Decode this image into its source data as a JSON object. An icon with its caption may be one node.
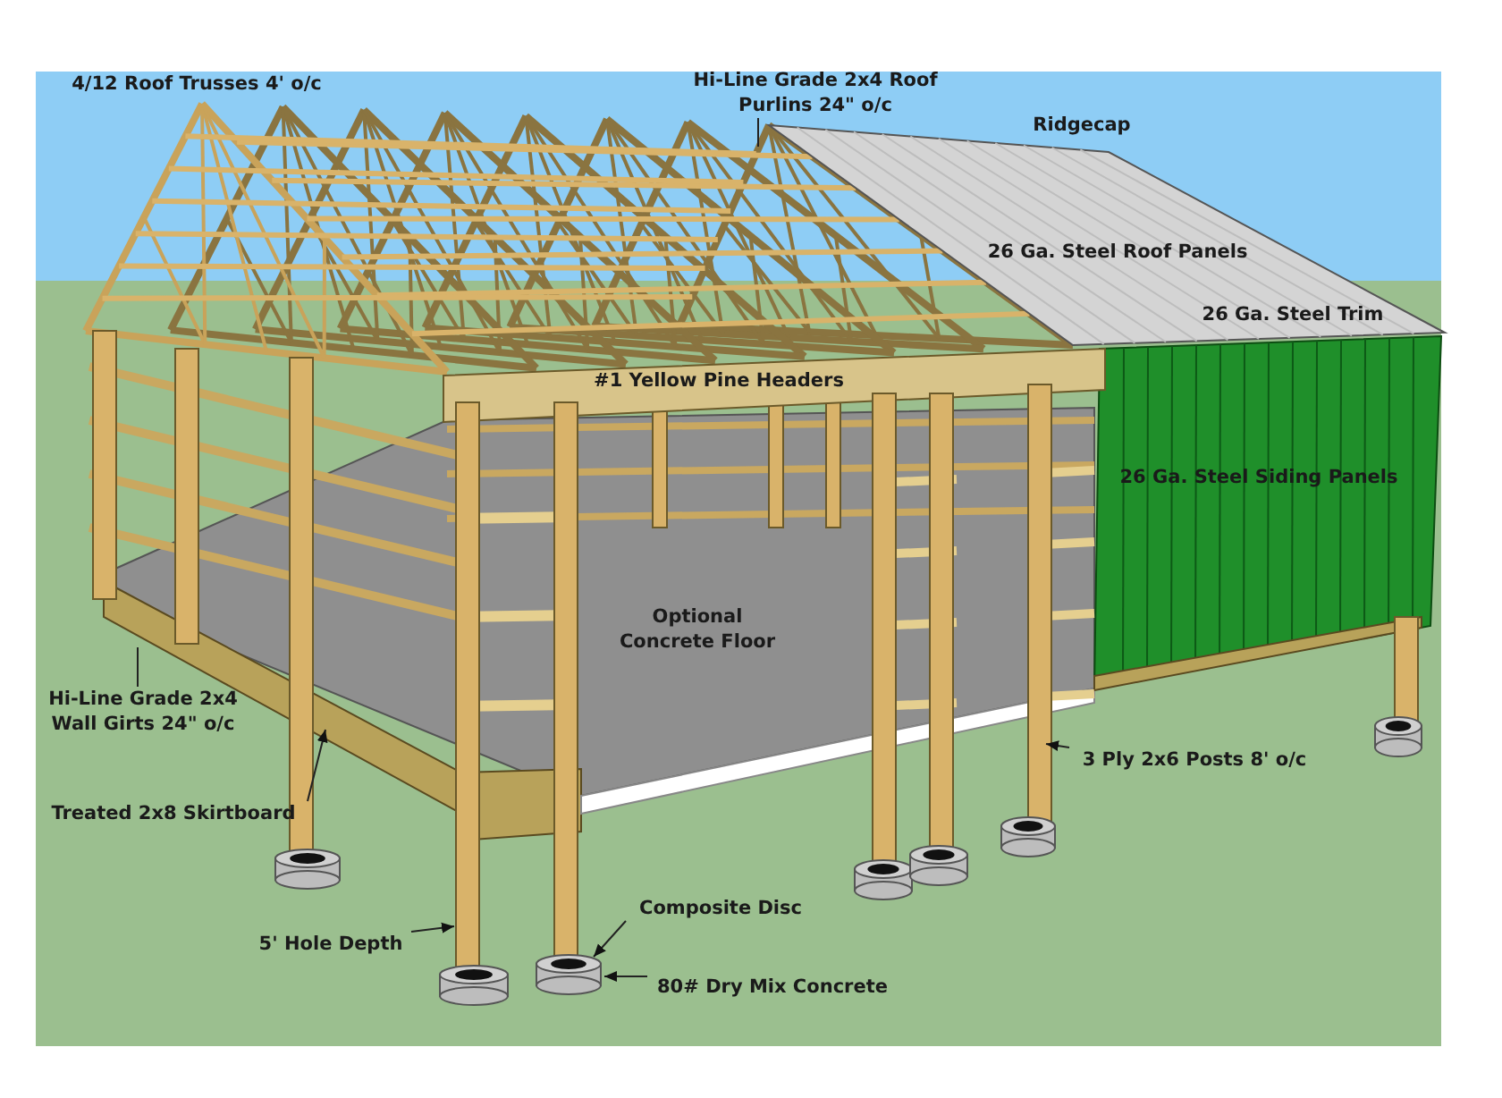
{
  "diagram": {
    "nodes": [
      {
        "text": [
          "Hi-Line Grade 2x4 Roof Purlins 24\" o/c"
        ]
      },
      {
        "text": [
          "Hi-Line Grade 2x4 Wall Girts 24\" o/c"
        ]
      },
      {
        "text": [
          "Treated 2x8 Skirtboard"
        ]
      },
      {
        "text": [
          "5' Hole Depth"
        ]
      },
      {
        "text": [
          "Composite Disc"
        ]
      },
      {
        "text": [
          "80# Dry Mix Concrete"
        ]
      },
      {
        "text": [
          "3 Ply 2x6 Posts 8' o/c"
        ]
      }
    ],
    "edges": [
      {
        "from": 0,
        "to": null,
        "arrow": "none"
      },
      {
        "from": 1,
        "to": null,
        "arrow": "none"
      },
      {
        "from": 2,
        "to": null,
        "arrow": "to"
      },
      {
        "from": 3,
        "to": null,
        "arrow": "to"
      },
      {
        "from": 4,
        "to": null,
        "arrow": "to"
      },
      {
        "from": 5,
        "to": null,
        "arrow": "to"
      },
      {
        "from": 6,
        "to": null,
        "arrow": "to"
      }
    ],
    "labels": [
      "4/12 Roof Trusses 4' o/c",
      "Ridgecap",
      "26 Ga. Steel Roof Panels",
      "#1 Yellow Pine Headers",
      "26 Ga. Steel Trim",
      "26 Ga. Steel Siding Panels",
      "Optional Concrete Floor"
    ]
  }
}
